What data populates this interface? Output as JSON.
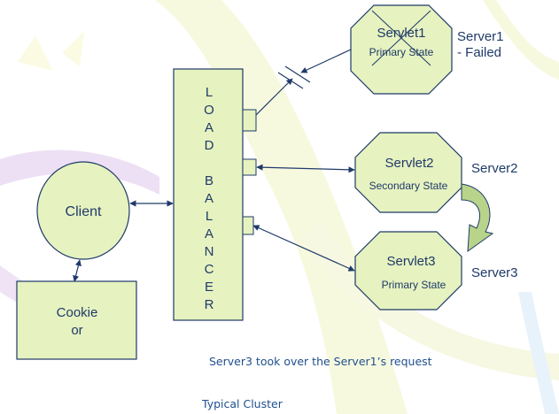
{
  "client": {
    "label": "Client"
  },
  "cookie": {
    "line1": "Cookie",
    "line2": "or"
  },
  "load_balancer": {
    "letters_word1": [
      "L",
      "O",
      "A",
      "D"
    ],
    "letters_word2": [
      "B",
      "A",
      "L",
      "A",
      "N",
      "C",
      "E",
      "R"
    ]
  },
  "servers": [
    {
      "servlet": "Servlet1",
      "state": "Primary State",
      "server_label_line1": "Server1",
      "server_label_line2": "- Failed"
    },
    {
      "servlet": "Servlet2",
      "state": "Secondary State",
      "server_label": "Server2"
    },
    {
      "servlet": "Servlet3",
      "state": "Primary State",
      "server_label": "Server3"
    }
  ],
  "note": "Server3 took over the Server1’s request",
  "footer": "Typical Cluster",
  "colors": {
    "box_fill": "#e6f2c0",
    "stroke": "#1f3a68",
    "bg_yellow": "#f6f9dc",
    "bg_purple": "#e9d9f2",
    "bg_blue": "#e7f2fb",
    "arrow_fill": "#b8d48a"
  }
}
